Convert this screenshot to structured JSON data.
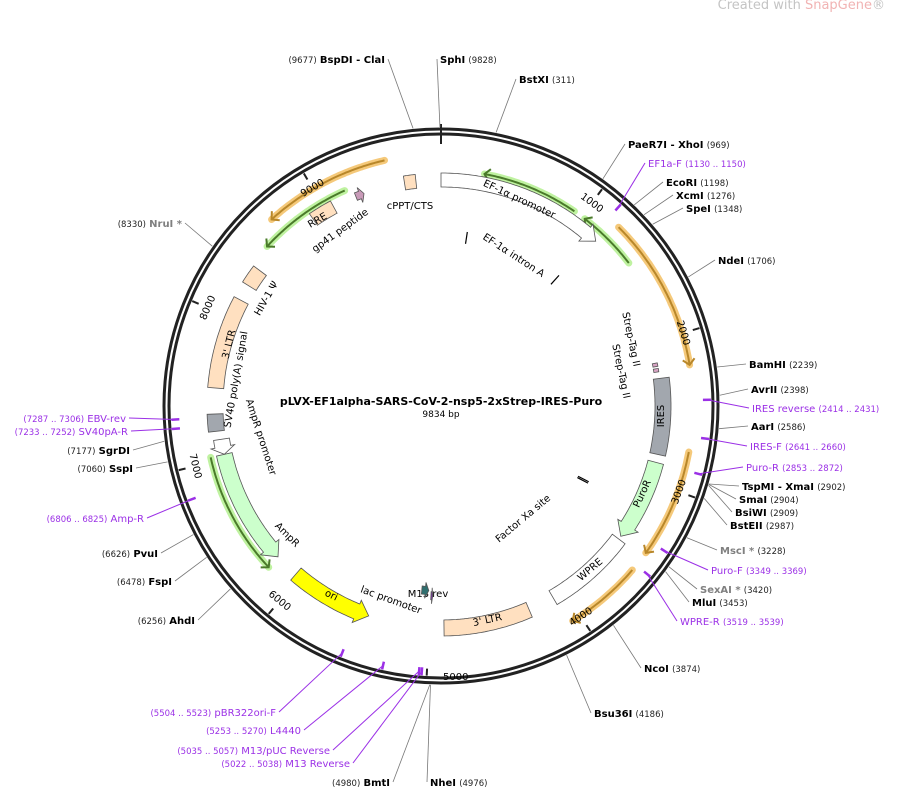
{
  "watermark": {
    "prefix": "Created with ",
    "brand": "SnapGene",
    "mark": "®"
  },
  "plasmid": {
    "name": "pLVX-EF1alpha-SARS-CoV-2-nsp5-2xStrep-IRES-Puro",
    "length_label": "9834 bp",
    "length": 9834
  },
  "colors": {
    "backbone": "#222222",
    "primer": "#9b30e6",
    "enzyme_unique": "#000000",
    "enzyme_nonunique": "#808080",
    "orange_bar": "#f5c97a",
    "green_bar": "#bff2a0"
  },
  "ticks": [
    "1000",
    "2000",
    "3000",
    "4000",
    "5000",
    "6000",
    "7000",
    "8000",
    "9000"
  ],
  "features": [
    {
      "name": "EF-1α promoter",
      "start": 0,
      "end": 1180,
      "dir": 1,
      "color": "#ffffff"
    },
    {
      "name": "EF-1α intron A",
      "start": 235,
      "end": 1150,
      "dir": 0,
      "color": "#000000"
    },
    {
      "name": "Strep-Tag II",
      "start": 2150,
      "end": 2175,
      "dir": 0,
      "color": "#d7a3c3"
    },
    {
      "name": "Strep-Tag II",
      "start": 2190,
      "end": 2215,
      "dir": 0,
      "color": "#d7a3c3"
    },
    {
      "name": "IRES",
      "start": 2262,
      "end": 2803,
      "dir": 0,
      "color": "#a2a7ae"
    },
    {
      "name": "PuroR",
      "start": 2860,
      "end": 3440,
      "dir": 1,
      "color": "#ccffcc"
    },
    {
      "name": "WPRE",
      "start": 3464,
      "end": 4089,
      "dir": 0,
      "color": "#ffffff"
    },
    {
      "name": "3' LTR",
      "start": 4278,
      "end": 4896,
      "dir": 0,
      "color": "#ffe0c0"
    },
    {
      "name": "M13 rev",
      "start": 4985,
      "end": 5000,
      "dir": -1,
      "color": "#7a3aa0"
    },
    {
      "name": "lac promoter",
      "start": 5020,
      "end": 5080,
      "dir": -1,
      "color": "#2f6f6f"
    },
    {
      "name": "ori",
      "start": 5436,
      "end": 6032,
      "dir": -1,
      "color": "#ffff00"
    },
    {
      "name": "AmpR",
      "start": 6207,
      "end": 7032,
      "dir": -1,
      "color": "#ccffcc"
    },
    {
      "name": "AmpR promoter",
      "start": 7032,
      "end": 7140,
      "dir": -1,
      "color": "#ffffff"
    },
    {
      "name": "SV40 poly(A) signal",
      "start": 7200,
      "end": 7320,
      "dir": 0,
      "color": "#a2a7ae"
    },
    {
      "name": "3' LTR",
      "start": 7500,
      "end": 8136,
      "dir": 0,
      "color": "#ffe0c0"
    },
    {
      "name": "HIV-1 Ψ",
      "start": 8250,
      "end": 8380,
      "dir": 0,
      "color": "#ffe0c0"
    },
    {
      "name": "RRE",
      "start": 8895,
      "end": 9060,
      "dir": 0,
      "color": "#ffe0c0"
    },
    {
      "name": "gp41 peptide",
      "start": 9230,
      "end": 9290,
      "dir": 1,
      "color": "#c89ab8"
    },
    {
      "name": "cPPT/CTS",
      "start": 9580,
      "end": 9660,
      "dir": 0,
      "color": "#ffe0c0"
    },
    {
      "name": "Factor Xa site",
      "start": 3200,
      "end": 3215,
      "dir": 0,
      "color": "#000000"
    }
  ],
  "bars": [
    {
      "start": 8680,
      "end": 9480,
      "dir": -1,
      "kind": "orange"
    },
    {
      "start": 8537,
      "end": 9176,
      "dir": -1,
      "kind": "green"
    },
    {
      "start": 290,
      "end": 940,
      "dir": -1,
      "kind": "green"
    },
    {
      "start": 1025,
      "end": 1440,
      "dir": -1,
      "kind": "green"
    },
    {
      "start": 1224,
      "end": 2202,
      "dir": 1,
      "kind": "orange"
    },
    {
      "start": 2746,
      "end": 3432,
      "dir": 1,
      "kind": "orange"
    },
    {
      "start": 3568,
      "end": 4056,
      "dir": 1,
      "kind": "orange"
    },
    {
      "start": 6198,
      "end": 7032,
      "dir": -1,
      "kind": "green"
    }
  ],
  "enzymes": [
    {
      "name": "BspDI - ClaI",
      "pos": "9677",
      "unique": true
    },
    {
      "name": "SphI",
      "pos": "9828",
      "unique": true
    },
    {
      "name": "BstXI",
      "pos": "311",
      "unique": true
    },
    {
      "name": "PaeR7I - XhoI",
      "pos": "969",
      "unique": true
    },
    {
      "name": "EcoRI",
      "pos": "1198",
      "unique": true
    },
    {
      "name": "XcmI",
      "pos": "1276",
      "unique": true
    },
    {
      "name": "SpeI",
      "pos": "1348",
      "unique": true
    },
    {
      "name": "NdeI",
      "pos": "1706",
      "unique": true
    },
    {
      "name": "BamHI",
      "pos": "2239",
      "unique": true
    },
    {
      "name": "AvrII",
      "pos": "2398",
      "unique": true
    },
    {
      "name": "AarI",
      "pos": "2586",
      "unique": true
    },
    {
      "name": "TspMI - XmaI",
      "pos": "2902",
      "unique": true
    },
    {
      "name": "SmaI",
      "pos": "2904",
      "unique": true
    },
    {
      "name": "BsiWI",
      "pos": "2909",
      "unique": true
    },
    {
      "name": "BstEII",
      "pos": "2987",
      "unique": true
    },
    {
      "name": "MscI *",
      "pos": "3228",
      "unique": false
    },
    {
      "name": "SexAI *",
      "pos": "3420",
      "unique": false
    },
    {
      "name": "MluI",
      "pos": "3453",
      "unique": true
    },
    {
      "name": "NcoI",
      "pos": "3874",
      "unique": true
    },
    {
      "name": "Bsu36I",
      "pos": "4186",
      "unique": true
    },
    {
      "name": "NheI",
      "pos": "4976",
      "unique": true
    },
    {
      "name": "BmtI",
      "pos": "4980",
      "unique": true
    },
    {
      "name": "AhdI",
      "pos": "6256",
      "unique": true
    },
    {
      "name": "FspI",
      "pos": "6478",
      "unique": true
    },
    {
      "name": "PvuI",
      "pos": "6626",
      "unique": true
    },
    {
      "name": "SspI",
      "pos": "7060",
      "unique": true
    },
    {
      "name": "SgrDI",
      "pos": "7177",
      "unique": true
    },
    {
      "name": "NruI *",
      "pos": "8330",
      "unique": false
    }
  ],
  "primers": [
    {
      "name": "EF1a-F",
      "range": "(1130 .. 1150)",
      "pos": 1140
    },
    {
      "name": "IRES reverse",
      "range": "(2414 .. 2431)",
      "pos": 2422
    },
    {
      "name": "IRES-F",
      "range": "(2641 .. 2660)",
      "pos": 2650
    },
    {
      "name": "Puro-R",
      "range": "(2853 .. 2872)",
      "pos": 2862
    },
    {
      "name": "Puro-F",
      "range": "(3349 .. 3369)",
      "pos": 3359
    },
    {
      "name": "WPRE-R",
      "range": "(3519 .. 3539)",
      "pos": 3529
    },
    {
      "name": "M13 Reverse",
      "range": "(5022 .. 5038)",
      "pos": 5030
    },
    {
      "name": "M13/pUC Reverse",
      "range": "(5035 .. 5057)",
      "pos": 5046
    },
    {
      "name": "L4440",
      "range": "(5253 .. 5270)",
      "pos": 5261
    },
    {
      "name": "pBR322ori-F",
      "range": "(5504 .. 5523)",
      "pos": 5513
    },
    {
      "name": "Amp-R",
      "range": "(6806 .. 6825)",
      "pos": 6815
    },
    {
      "name": "SV40pA-R",
      "range": "(7233 .. 7252)",
      "pos": 7242
    },
    {
      "name": "EBV-rev",
      "range": "(7287 .. 7306)",
      "pos": 7296
    }
  ]
}
